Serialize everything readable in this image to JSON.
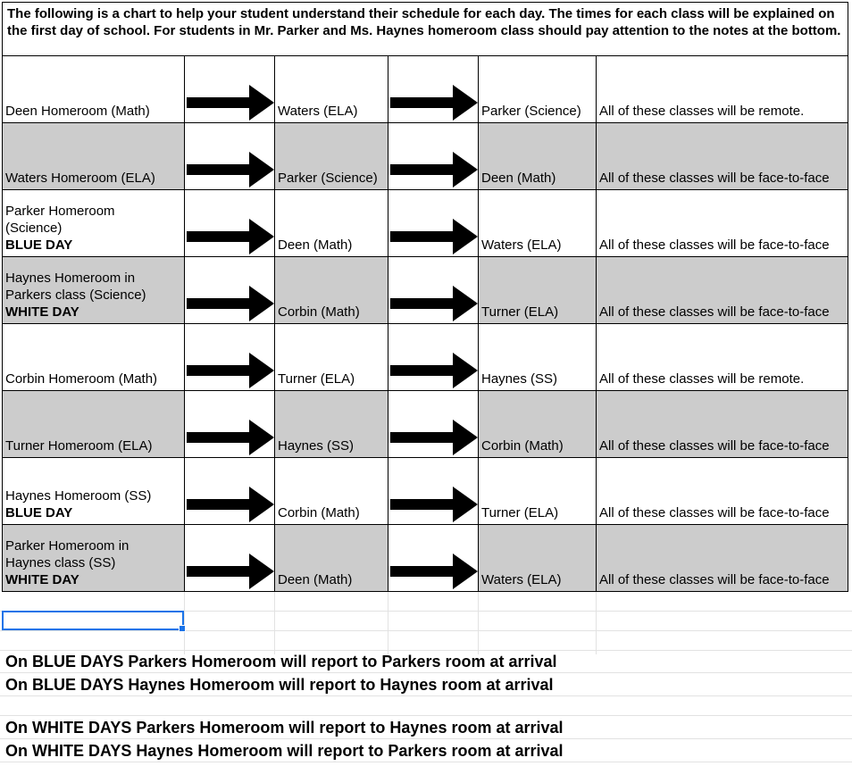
{
  "header": {
    "text": "The following is a chart to help your student understand their schedule for each day. The times for each class will be explained on the first day of school. For students in Mr. Parker and Ms. Haynes homeroom class should pay attention to the notes at the bottom."
  },
  "rows": [
    {
      "homeroom": [
        "Deen Homeroom (Math)"
      ],
      "day": "",
      "second": "Waters (ELA)",
      "third": "Parker (Science)",
      "note": "All of these classes will be remote."
    },
    {
      "homeroom": [
        "Waters Homeroom (ELA)"
      ],
      "day": "",
      "second": "Parker (Science)",
      "third": "Deen (Math)",
      "note": "All of these classes will be face-to-face"
    },
    {
      "homeroom": [
        "Parker Homeroom",
        "(Science)"
      ],
      "day": "BLUE DAY",
      "second": "Deen (Math)",
      "third": "Waters (ELA)",
      "note": "All of these classes will be face-to-face"
    },
    {
      "homeroom": [
        "Haynes Homeroom in",
        "Parkers class (Science)"
      ],
      "day": "WHITE DAY",
      "second": "Corbin (Math)",
      "third": "Turner (ELA)",
      "note": "All of these classes will be face-to-face"
    },
    {
      "homeroom": [
        "Corbin Homeroom (Math)"
      ],
      "day": "",
      "second": "Turner (ELA)",
      "third": "Haynes (SS)",
      "note": "All of these classes will be remote."
    },
    {
      "homeroom": [
        "Turner Homeroom (ELA)"
      ],
      "day": "",
      "second": "Haynes (SS)",
      "third": "Corbin (Math)",
      "note": "All of these classes will be face-to-face"
    },
    {
      "homeroom": [
        "Haynes Homeroom (SS)"
      ],
      "day": "BLUE DAY",
      "second": "Corbin (Math)",
      "third": "Turner (ELA)",
      "note": "All of these classes will be face-to-face"
    },
    {
      "homeroom": [
        "Parker Homeroom in",
        "Haynes class (SS)"
      ],
      "day": "WHITE DAY",
      "second": "Deen (Math)",
      "third": "Waters (ELA)",
      "note": "All of these classes will be face-to-face"
    }
  ],
  "notes": {
    "blue_parker": "On BLUE DAYS Parkers Homeroom will report to Parkers room at arrival",
    "blue_haynes": "On BLUE DAYS Haynes Homeroom will report to Haynes room at arrival",
    "white_parker": "On WHITE DAYS Parkers Homeroom will report to Haynes room at arrival",
    "white_haynes": "On WHITE DAYS Haynes Homeroom will report to Parkers room at arrival"
  },
  "colors": {
    "gray_fill": "#cccccc",
    "selection": "#1a73e8"
  },
  "icons": {
    "arrow": "right-arrow-icon"
  }
}
